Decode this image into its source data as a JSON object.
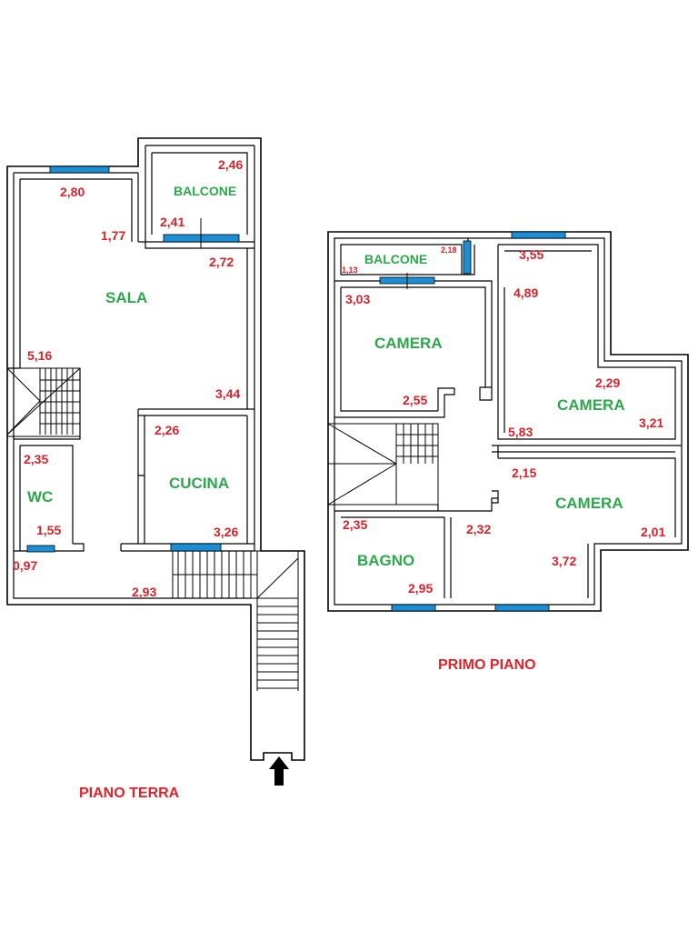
{
  "floors": {
    "ground": {
      "title": "PIANO TERRA",
      "rooms": {
        "sala": "SALA",
        "balcone": "BALCONE",
        "wc": "WC",
        "cucina": "CUCINA"
      },
      "dims": {
        "d280": "2,80",
        "d246": "2,46",
        "d241": "2,41",
        "d177": "1,77",
        "d272": "2,72",
        "d516": "5,16",
        "d344": "3,44",
        "d226": "2,26",
        "d235": "2,35",
        "d155": "1,55",
        "d326": "3,26",
        "d097": "0,97",
        "d293": "2,93"
      }
    },
    "first": {
      "title": "PRIMO PIANO",
      "rooms": {
        "balcone": "BALCONE",
        "camera1": "CAMERA",
        "camera2": "CAMERA",
        "camera3": "CAMERA",
        "bagno": "BAGNO"
      },
      "dims": {
        "d218": "2,18",
        "d113": "1,13",
        "d355": "3,55",
        "d303": "3,03",
        "d489": "4,89",
        "d229": "2,29",
        "d255": "2,55",
        "d321": "3,21",
        "d583": "5,83",
        "d215": "2,15",
        "d235": "2,35",
        "d232": "2,32",
        "d201": "2,01",
        "d372": "3,72",
        "d295": "2,95"
      }
    }
  },
  "colors": {
    "dimension": "#d8232a",
    "room_label": "#2ba84a",
    "window": "#1b8fd6",
    "floor_title": "#e0232a"
  },
  "icons": {
    "entrance": "arrow-up-icon"
  }
}
